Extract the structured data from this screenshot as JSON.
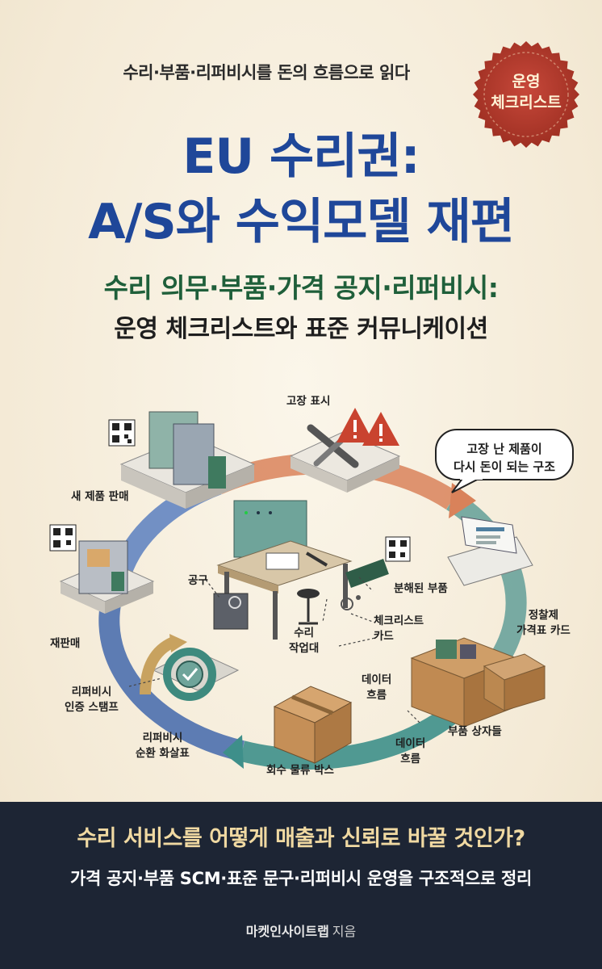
{
  "cover": {
    "kicker": "수리·부품·리퍼비시를 돈의 흐름으로 읽다",
    "stamp": {
      "line1": "운영",
      "line2": "체크리스트",
      "color": "#b53a28"
    },
    "title_line1": "EU 수리권:",
    "title_line2": "A/S와 수익모델 재편",
    "subtitle_line1": "수리 의무·부품·가격 공지·리퍼비시:",
    "subtitle_line2": "운영 체크리스트와 표준 커뮤니케이션",
    "colors": {
      "title": "#1f4799",
      "subtitle": "#1f5f3a",
      "band": "#1d2534",
      "band_headline": "#f0d9a2"
    }
  },
  "diagram": {
    "bubble": {
      "line1": "고장 난 제품이",
      "line2": "다시 돈이 되는 구조"
    },
    "labels": {
      "fault_display": "고장 표시",
      "new_sale": "새 제품 판매",
      "tools": "공구",
      "workbench_1": "수리",
      "workbench_2": "작업대",
      "disassembled_parts": "분해된 부품",
      "checklist_card_1": "체크리스트",
      "checklist_card_2": "카드",
      "price_card_1": "정찰제",
      "price_card_2": "가격표 카드",
      "resale": "재판매",
      "refurb_stamp_1": "리퍼비시",
      "refurb_stamp_2": "인증 스탬프",
      "data_flow_a_1": "데이터",
      "data_flow_a_2": "흐름",
      "data_flow_b_1": "데이터",
      "data_flow_b_2": "흐름",
      "parts_boxes": "부품 상자들",
      "refurb_arrow_1": "리퍼비시",
      "refurb_arrow_2": "순환 화살표",
      "return_box": "회수 물류 박스"
    },
    "icons": [
      "qr-code-icon",
      "warning-icon",
      "wrench-screwdriver-icon",
      "price-card-icon",
      "parts-box-icon",
      "shipping-box-icon",
      "refurb-check-icon",
      "workbench-icon",
      "product-unit-icon"
    ]
  },
  "band": {
    "headline": "수리 서비스를 어떻게 매출과 신뢰로 바꿀 것인가?",
    "tagline": "가격 공지·부품 SCM·표준 문구·리퍼비시 운영을 구조적으로 정리",
    "author": "마켓인사이트랩",
    "author_suffix": "지음"
  }
}
